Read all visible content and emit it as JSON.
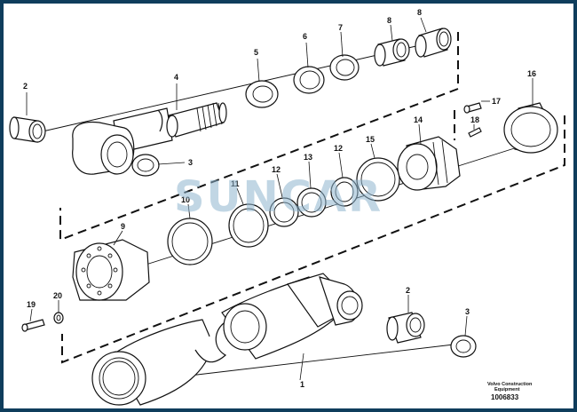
{
  "diagram": {
    "part_numbers": [
      "1",
      "2",
      "3",
      "4",
      "5",
      "6",
      "7",
      "8",
      "8",
      "9",
      "10",
      "11",
      "12",
      "12",
      "13",
      "14",
      "15",
      "16",
      "17",
      "18",
      "19",
      "20",
      "2",
      "3"
    ],
    "watermark": "SUNCAR",
    "caption_line1": "Volvo Construction",
    "caption_line2": "Equipment",
    "document_number": "1006833"
  }
}
